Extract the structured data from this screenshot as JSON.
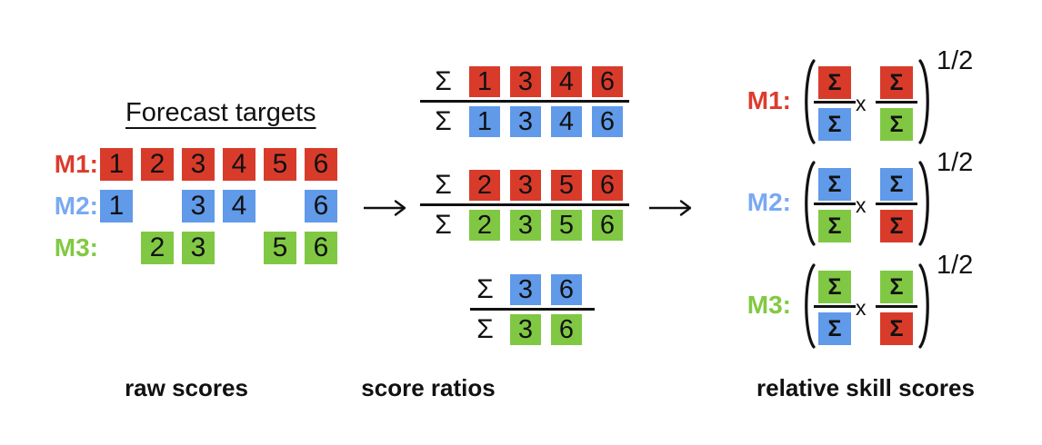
{
  "colors": {
    "red": "#d93b2b",
    "blue": "#609ae9",
    "green": "#80c843",
    "label_red": "#dd3b2d",
    "label_blue": "#79a9f2",
    "label_green": "#82c943",
    "ink": "#111111"
  },
  "left_panel": {
    "title": "Forecast targets",
    "caption": "raw scores",
    "rows": [
      {
        "label": "M1:",
        "cells": [
          {
            "value": "1"
          },
          {
            "value": "2"
          },
          {
            "value": "3"
          },
          {
            "value": "4"
          },
          {
            "value": "5"
          },
          {
            "value": "6"
          }
        ]
      },
      {
        "label": "M2:",
        "cells": [
          {
            "value": "1"
          },
          {
            "value": "3"
          },
          {
            "value": "4"
          },
          {
            "value": "6"
          }
        ]
      },
      {
        "label": "M3:",
        "cells": [
          {
            "value": "2"
          },
          {
            "value": "3"
          },
          {
            "value": "5"
          },
          {
            "value": "6"
          }
        ]
      }
    ]
  },
  "middle_panel": {
    "caption": "score ratios",
    "sigma": "Σ",
    "ratios": [
      {
        "numerator_color": "red",
        "numerator_values": [
          "1",
          "3",
          "4",
          "6"
        ],
        "denominator_color": "blue",
        "denominator_values": [
          "1",
          "3",
          "4",
          "6"
        ]
      },
      {
        "numerator_color": "red",
        "numerator_values": [
          "2",
          "3",
          "5",
          "6"
        ],
        "denominator_color": "green",
        "denominator_values": [
          "2",
          "3",
          "5",
          "6"
        ]
      },
      {
        "numerator_color": "blue",
        "numerator_values": [
          "3",
          "6"
        ],
        "denominator_color": "green",
        "denominator_values": [
          "3",
          "6"
        ]
      }
    ]
  },
  "right_panel": {
    "caption": "relative skill scores",
    "sigma": "Σ",
    "operator": "x",
    "exponent": "1/2",
    "formulas": [
      {
        "label": "M1:",
        "fraction1": {
          "num": "red",
          "den": "blue"
        },
        "fraction2": {
          "num": "red",
          "den": "green"
        }
      },
      {
        "label": "M2:",
        "fraction1": {
          "num": "blue",
          "den": "green"
        },
        "fraction2": {
          "num": "blue",
          "den": "red"
        }
      },
      {
        "label": "M3:",
        "fraction1": {
          "num": "green",
          "den": "blue"
        },
        "fraction2": {
          "num": "green",
          "den": "red"
        }
      }
    ]
  }
}
